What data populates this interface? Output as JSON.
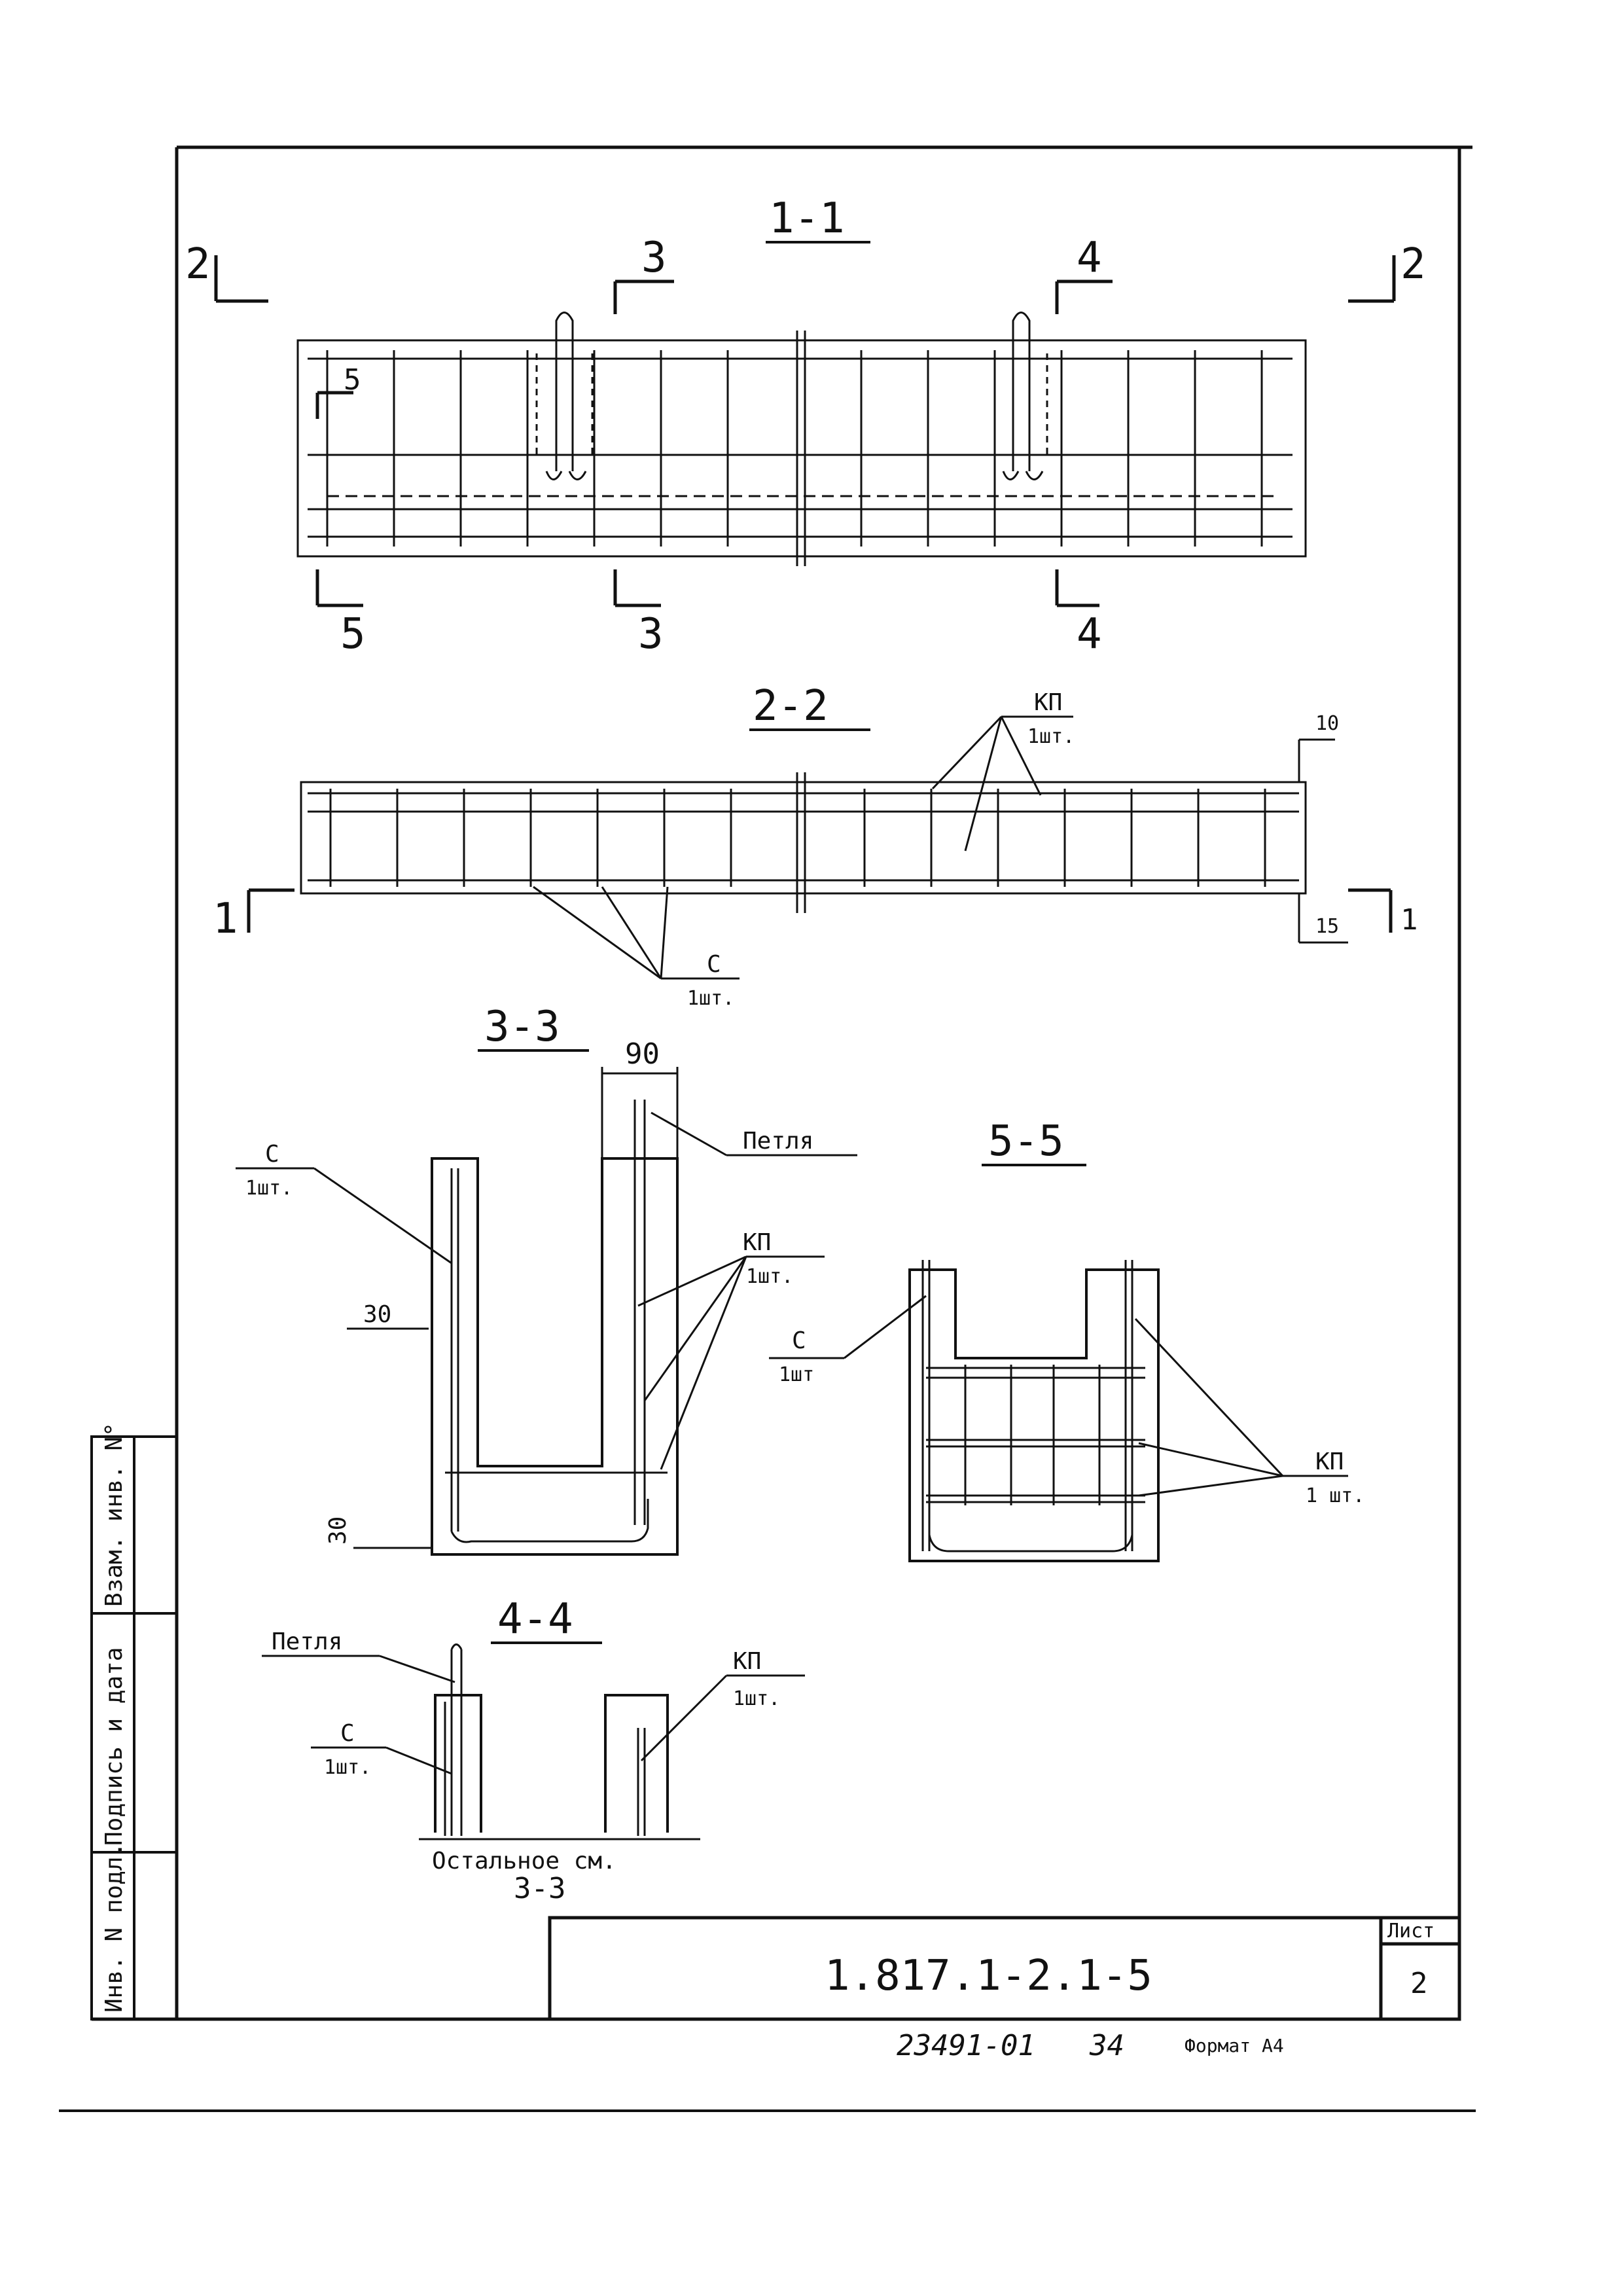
{
  "sections": {
    "s11": {
      "title": "1-1",
      "mark_left": "2",
      "mark_right": "2",
      "cut3_top": "3",
      "cut4_top": "4",
      "cut5_top": "5",
      "cut5_bot": "5",
      "cut3_bot": "3",
      "cut4_bot": "4"
    },
    "s22": {
      "title": "2-2",
      "dim_top": "10",
      "dim_bot": "15",
      "mark_left": "1",
      "mark_right": "1",
      "leader_top_1": "КП",
      "leader_top_2": "1шт.",
      "leader_bot_1": "С",
      "leader_bot_2": "1шт."
    },
    "s33": {
      "title": "3-3",
      "dim_width": "90",
      "dim_side": "30",
      "dim_bottom": "30",
      "leader_c_1": "С",
      "leader_c_2": "1шт.",
      "leader_loop": "Петля",
      "leader_kp_1": "КП",
      "leader_kp_2": "1шт."
    },
    "s55": {
      "title": "5-5",
      "leader_c_1": "С",
      "leader_c_2": "1шт",
      "leader_kp_1": "КП",
      "leader_kp_2": "1 шт."
    },
    "s44": {
      "title": "4-4",
      "leader_loop": "Петля",
      "leader_c_1": "С",
      "leader_c_2": "1шт.",
      "leader_kp_1": "КП",
      "leader_kp_2": "1шт.",
      "note_1": "Остальное  см.",
      "note_2": "3-3"
    }
  },
  "side_stamp": {
    "col1": "Инв. N подл.",
    "col2": "Подпись и дата",
    "col3": "Взам. инв. N°"
  },
  "title_block": {
    "code": "1.817.1-2.1-5",
    "sheet_label": "Лист",
    "sheet_no": "2"
  },
  "footer": {
    "archive": "23491-01",
    "copy": "34",
    "format": "Формат А4"
  }
}
